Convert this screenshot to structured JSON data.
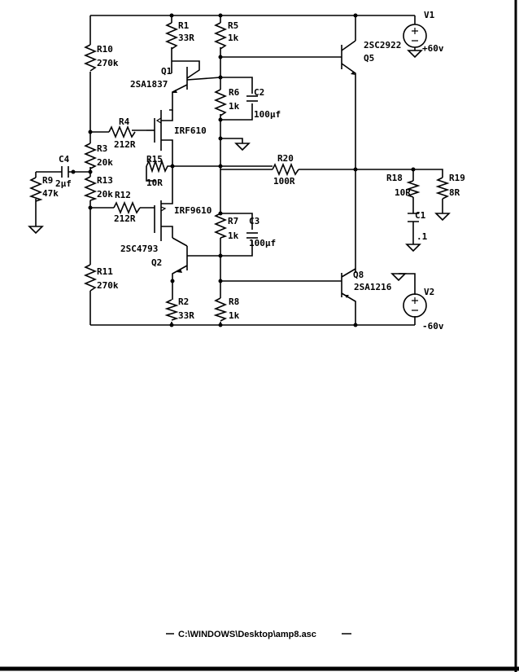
{
  "schematic": {
    "labels": {
      "R1": "R1",
      "R1_val": "33R",
      "R5": "R5",
      "R5_val": "1k",
      "V1": "V1",
      "V1_val": "+60v",
      "R10": "R10",
      "R10_val": "270k",
      "Q1": "Q1",
      "Q1_part": "2SA1837",
      "Q5": "Q5",
      "Q5_part": "2SC2922",
      "R6": "R6",
      "R6_val": "1k",
      "C2": "C2",
      "C2_val": "100µf",
      "R4": "R4",
      "R4_val": "212R",
      "M1_part": "IRF610",
      "R3": "R3",
      "R3_val": "20k",
      "R15": "R15",
      "R15_val": "10R",
      "R20": "R20",
      "R20_val": "100R",
      "C4": "C4",
      "C4_val": "2µf",
      "R9": "R9",
      "R9_val": "47k",
      "R13": "R13",
      "R13_val": "20k",
      "R12": "R12",
      "R12_val": "212R",
      "M2_part": "IRF9610",
      "R18": "R18",
      "R18_val": "10R",
      "R19": "R19",
      "R19_val": "8R",
      "C1": "C1",
      "C1_val": ".1",
      "R7": "R7",
      "R7_val": "1k",
      "C3": "C3",
      "C3_val": "100µf",
      "Q2": "Q2",
      "Q2_part": "2SC4793",
      "Q8": "Q8",
      "Q8_part": "2SA1216",
      "R11": "R11",
      "R11_val": "270k",
      "V2": "V2",
      "V2_val": "-60v",
      "R2": "R2",
      "R2_val": "33R",
      "R8": "R8",
      "R8_val": "1k"
    }
  },
  "footer": {
    "path": "C:\\WINDOWS\\Desktop\\amp8.asc"
  }
}
